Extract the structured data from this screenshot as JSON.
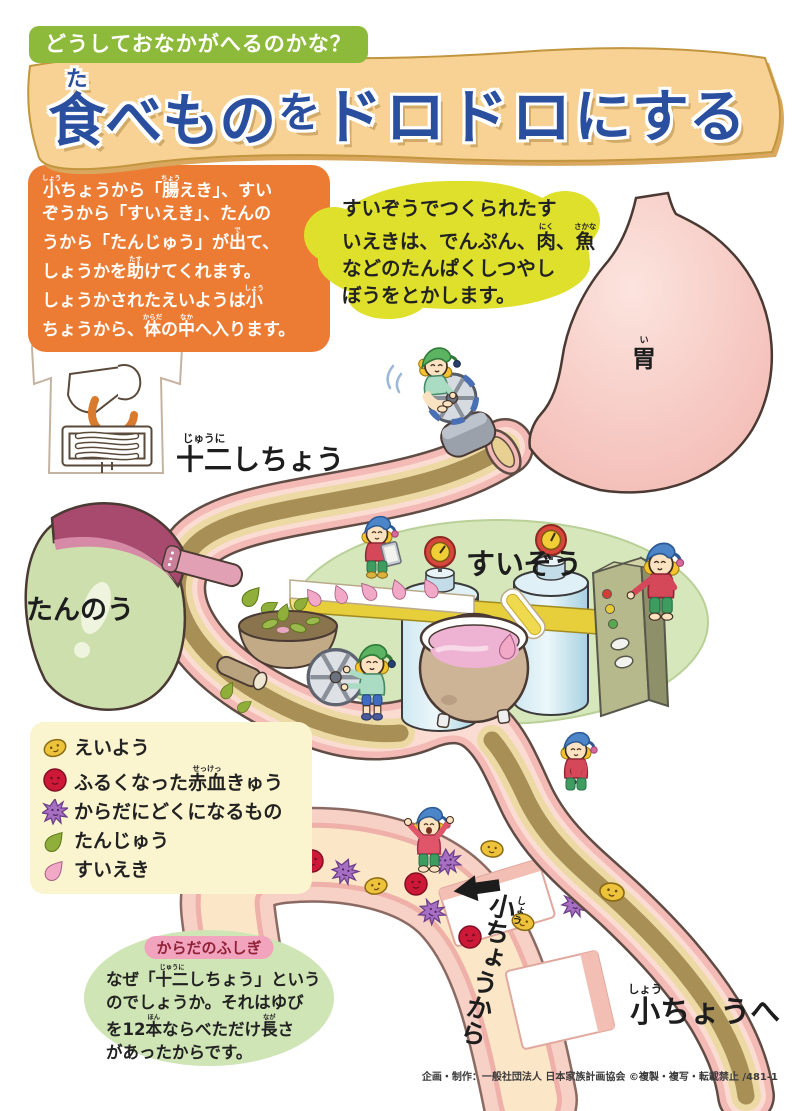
{
  "header": {
    "question_label": "どうしておなかがへるのかな？",
    "title_part1": "{食|た}べもの",
    "title_part2": "を",
    "title_part3": "ドロドロ",
    "title_part4": "にする"
  },
  "intro_box": {
    "lines": [
      "{小|しょう}ちょうから「{腸|ちょう}えき」、すい",
      "ぞうから「すいえき」、たんの",
      "うから「たんじゅう」が{出|で}て、",
      "しょうかを{助|たす}けてくれます。",
      "しょうかされたえいようは{小|しょう}",
      "ちょうから、{体|からだ}の{中|なか}へ入ります。"
    ]
  },
  "speech_bubble": {
    "lines": [
      "すいぞうでつくられたす",
      "いえきは、でんぷん、{肉|にく}、{魚|さかな}",
      "などのたんぱくしつやし",
      "ぼうをとかします。"
    ]
  },
  "labels": {
    "stomach": "{胃|い}",
    "duodenum": "{十二|じゅうに}しちょう",
    "pancreas": "すいぞう",
    "gallbladder": "たんのう",
    "from_small_intestine": "{小|しょう}ちょうから",
    "to_small_intestine": "{小|しょう}ちょうへ"
  },
  "legend": {
    "items": [
      {
        "icon": "nutrient-icon",
        "label": "えいよう"
      },
      {
        "icon": "old-red-blood-cell-icon",
        "label": "ふるくなった{赤血|せっけっ}きゅう"
      },
      {
        "icon": "toxin-icon",
        "label": "からだにどくになるもの"
      },
      {
        "icon": "bile-drop-icon",
        "label": "たんじゅう"
      },
      {
        "icon": "pancreatic-juice-drop-icon",
        "label": "すいえき"
      }
    ]
  },
  "fushigi": {
    "title": "からだのふしぎ",
    "lines": [
      "なぜ「{十二|じゅうに}しちょう」という",
      "のでしょうか。それはゆび",
      "を12{本|ほん}ならべただけ{長|なが}さ",
      "があったからです。"
    ]
  },
  "footer": {
    "credit": "企画・制作：一般社団法人 日本家族計画協会 ©複製・複写・転載禁止 /481-1"
  },
  "colors": {
    "question_pill": "#8eba3c",
    "banner": "#f7d294",
    "title_blue": "#2a4f9f",
    "intro_box": "#ec7c33",
    "speech_bubble": "#dfe02b",
    "legend_bg": "#faf4cf",
    "fushigi_oval": "#cfe5b5",
    "fushigi_pill": "#f2a3bd",
    "stomach_pink": "#f3b9b3",
    "intestine_pink": "#f3bab6",
    "chyme_brown": "#a78f55",
    "platform_green": "#d6e7bb",
    "tank_blue": "#c4e2ee",
    "conveyor_yellow": "#e7cf3b",
    "pot_liquid_pink": "#eeb3d2",
    "gallbladder_green": "#ccdfad",
    "gallbladder_cap": "#a84a6d"
  }
}
